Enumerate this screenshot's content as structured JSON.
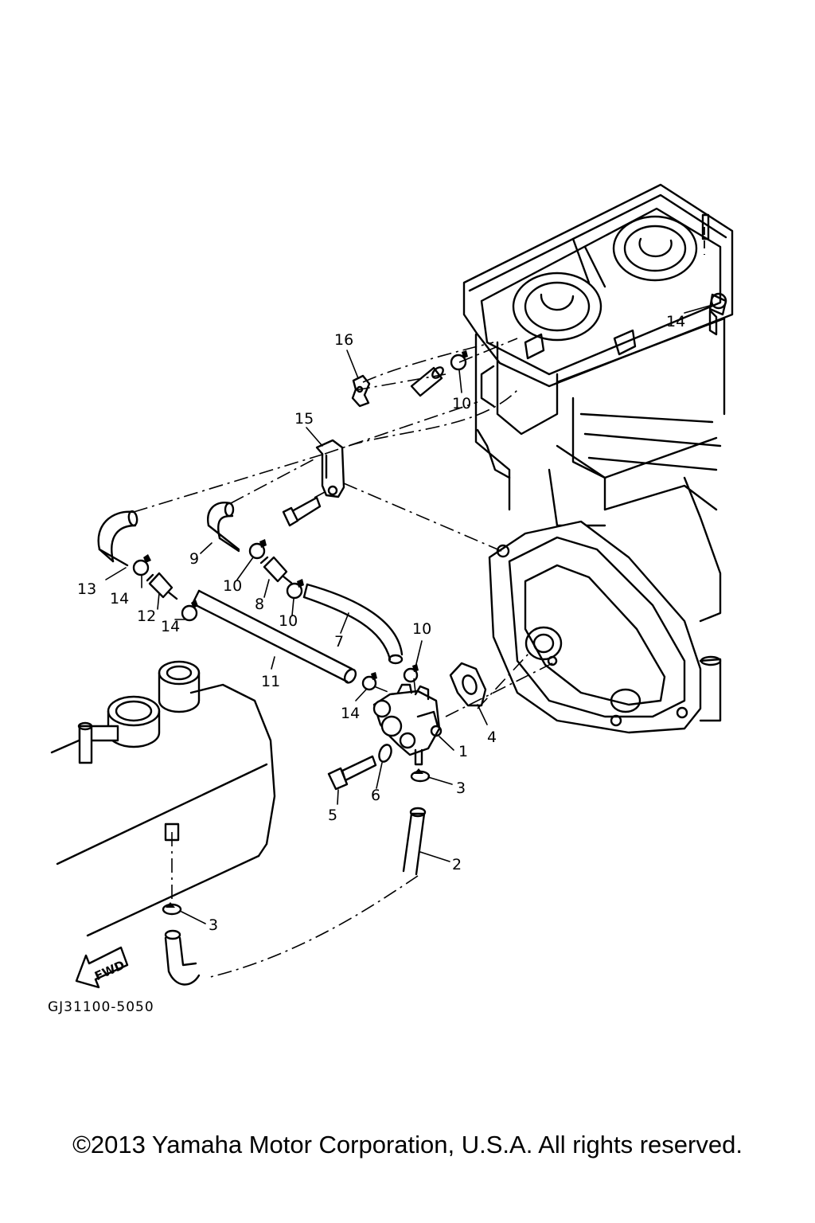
{
  "diagram": {
    "drawing_code": "GJ31100-5050",
    "fwd_label": "FWD",
    "callouts": [
      {
        "id": "c1",
        "text": "1"
      },
      {
        "id": "c2",
        "text": "2"
      },
      {
        "id": "c3a",
        "text": "3"
      },
      {
        "id": "c3b",
        "text": "3"
      },
      {
        "id": "c4",
        "text": "4"
      },
      {
        "id": "c5",
        "text": "5"
      },
      {
        "id": "c6",
        "text": "6"
      },
      {
        "id": "c7",
        "text": "7"
      },
      {
        "id": "c8",
        "text": "8"
      },
      {
        "id": "c9",
        "text": "9"
      },
      {
        "id": "c10a",
        "text": "10"
      },
      {
        "id": "c10b",
        "text": "10"
      },
      {
        "id": "c10c",
        "text": "10"
      },
      {
        "id": "c10d",
        "text": "10"
      },
      {
        "id": "c11",
        "text": "11"
      },
      {
        "id": "c12",
        "text": "12"
      },
      {
        "id": "c13",
        "text": "13"
      },
      {
        "id": "c14a",
        "text": "14"
      },
      {
        "id": "c14b",
        "text": "14"
      },
      {
        "id": "c14c",
        "text": "14"
      },
      {
        "id": "c14d",
        "text": "14"
      },
      {
        "id": "c15",
        "text": "15"
      },
      {
        "id": "c16",
        "text": "16"
      }
    ]
  },
  "footer": {
    "copyright": "©2013 Yamaha Motor Corporation, U.S.A. All rights reserved."
  }
}
